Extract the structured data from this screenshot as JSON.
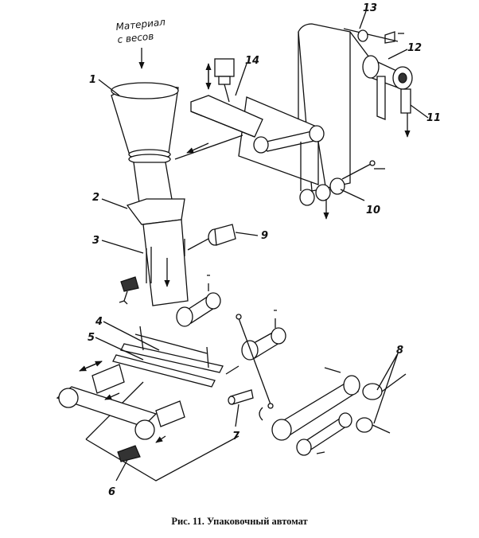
{
  "material_note": [
    "Материал",
    "с весов"
  ],
  "labels": [
    "1",
    "2",
    "3",
    "4",
    "5",
    "6",
    "7",
    "8",
    "9",
    "10",
    "11",
    "12",
    "13",
    "14"
  ],
  "caption": "Рис. 11. Упаковочный автомат"
}
